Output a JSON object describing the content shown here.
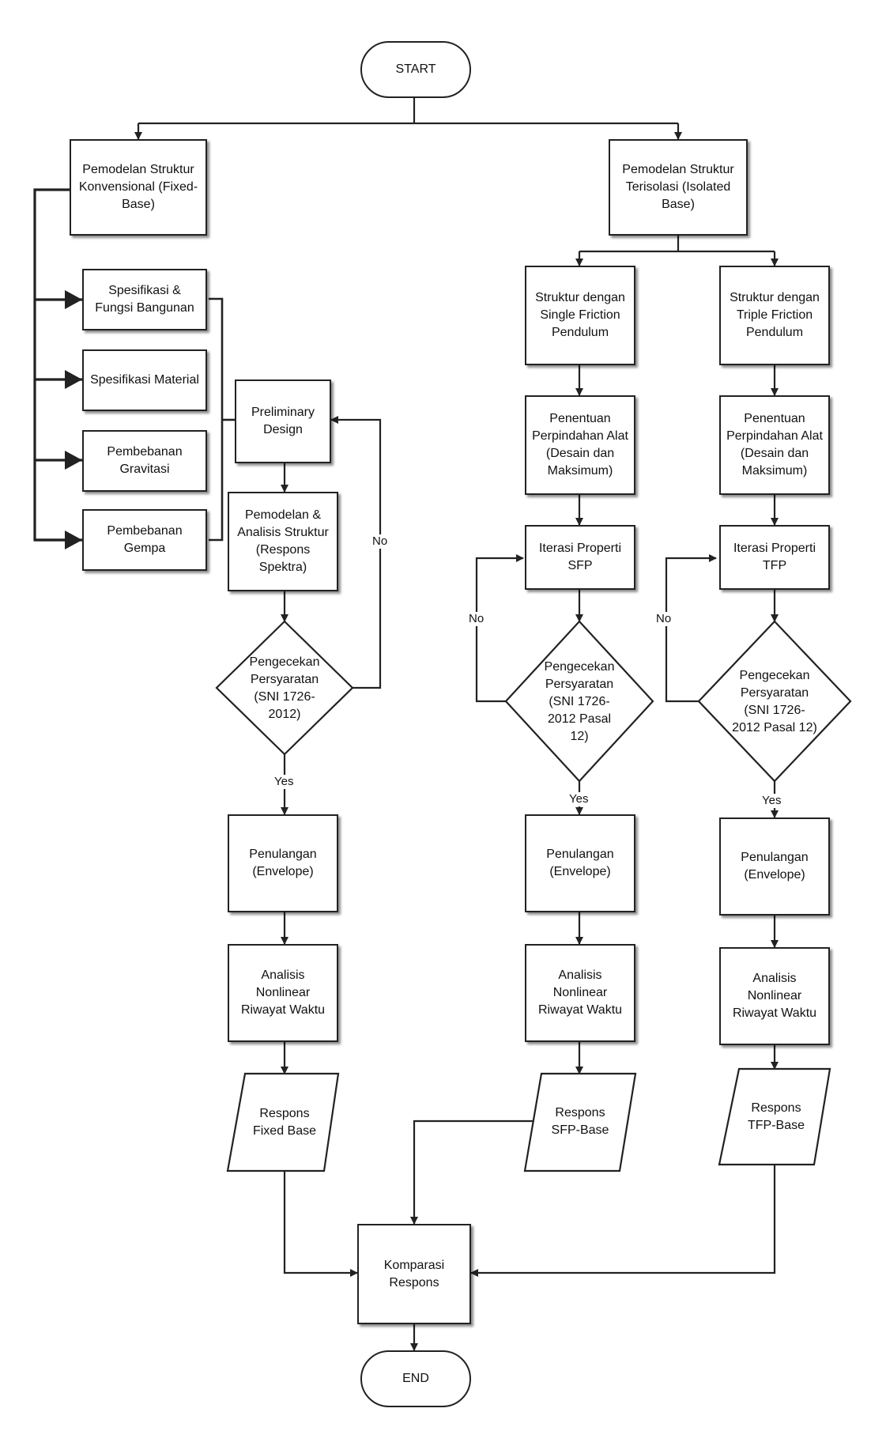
{
  "diagram": {
    "nodes": {
      "start": "START",
      "fixed_model": "Pemodelan Struktur Konvensional (Fixed-Base)",
      "iso_model": "Pemodelan Struktur Terisolasi (Isolated Base)",
      "spec_fungsi": "Spesifikasi & Fungsi Bangunan",
      "spec_material": "Spesifikasi Material",
      "beban_gravitasi": "Pembebanan Gravitasi",
      "beban_gempa": "Pembebanan Gempa",
      "preliminary": "Preliminary Design",
      "pemodelan_analisis": "Pemodelan & Analisis Struktur (Respons Spektra)",
      "cek_fixed": "Pengecekan Persyaratan (SNI 1726-2012)",
      "tulangan_fixed": "Penulangan (Envelope)",
      "nonlinear_fixed": "Analisis Nonlinear Riwayat Waktu",
      "respons_fixed": "Respons Fixed Base",
      "sfp_struct": "Struktur dengan Single Friction Pendulum",
      "tfp_struct": "Struktur dengan Triple Friction Pendulum",
      "sfp_perpindahan": "Penentuan Perpindahan Alat (Desain dan Maksimum)",
      "tfp_perpindahan": "Penentuan Perpindahan Alat (Desain dan Maksimum)",
      "sfp_iterasi": "Iterasi Properti SFP",
      "tfp_iterasi": "Iterasi Properti TFP",
      "sfp_cek": "Pengecekan Persyaratan (SNI 1726-2012 Pasal 12)",
      "tfp_cek": "Pengecekan Persyaratan (SNI 1726-2012 Pasal 12)",
      "sfp_tulangan": "Penulangan (Envelope)",
      "tfp_tulangan": "Penulangan (Envelope)",
      "sfp_nonlinear": "Analisis Nonlinear Riwayat Waktu",
      "tfp_nonlinear": "Analisis Nonlinear Riwayat Waktu",
      "sfp_respons": "Respons SFP-Base",
      "tfp_respons": "Respons TFP-Base",
      "komparasi": "Komparasi Respons",
      "end": "END"
    },
    "edge_labels": {
      "no_fixed": "No",
      "yes_fixed": "Yes",
      "no_sfp": "No",
      "yes_sfp": "Yes",
      "no_tfp": "No",
      "yes_tfp": "Yes"
    }
  }
}
